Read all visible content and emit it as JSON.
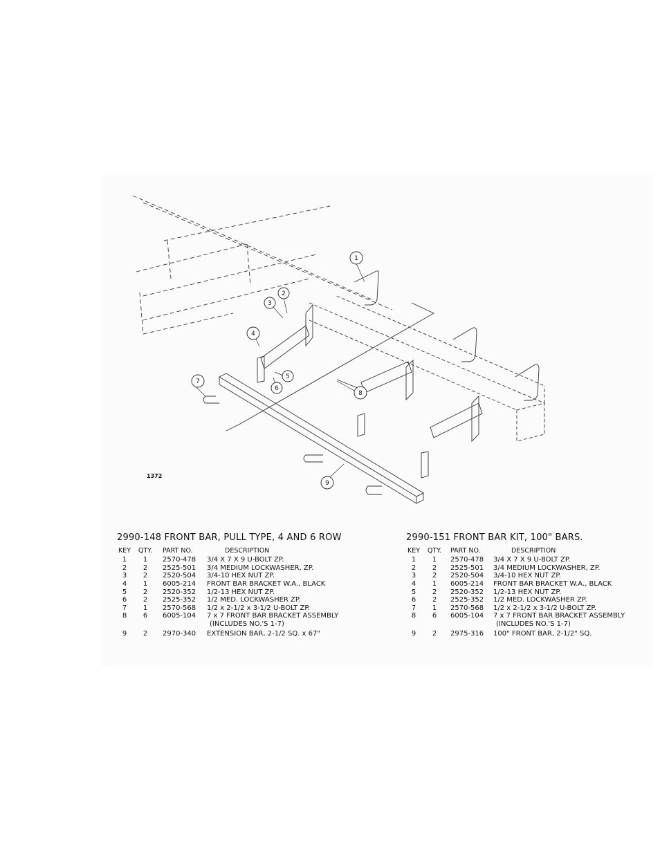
{
  "figure": {
    "id": "1372",
    "callouts": [
      "1",
      "2",
      "3",
      "4",
      "5",
      "6",
      "7",
      "8",
      "9"
    ]
  },
  "tables": [
    {
      "title": "2990-148 FRONT BAR, PULL TYPE, 4 AND 6 ROW",
      "headers": {
        "key": "KEY",
        "qty": "QTY.",
        "part": "PART NO.",
        "desc": "DESCRIPTION"
      },
      "rows": [
        {
          "key": "1",
          "qty": "1",
          "part": "2570-478",
          "desc": "3/4 X 7 X 9 U-BOLT ZP."
        },
        {
          "key": "2",
          "qty": "2",
          "part": "2525-501",
          "desc": "3/4 MEDIUM LOCKWASHER, ZP."
        },
        {
          "key": "3",
          "qty": "2",
          "part": "2520-504",
          "desc": "3/4-10 HEX NUT ZP."
        },
        {
          "key": "4",
          "qty": "1",
          "part": "6005-214",
          "desc": "FRONT BAR BRACKET W.A., BLACK"
        },
        {
          "key": "5",
          "qty": "2",
          "part": "2520-352",
          "desc": "1/2-13 HEX NUT ZP."
        },
        {
          "key": "6",
          "qty": "2",
          "part": "2525-352",
          "desc": "1/2 MED. LOCKWASHER ZP."
        },
        {
          "key": "7",
          "qty": "1",
          "part": "2570-568",
          "desc": "1/2 x 2-1/2 x 3-1/2 U-BOLT ZP."
        },
        {
          "key": "8",
          "qty": "6",
          "part": "6005-104",
          "desc": "7 x 7 FRONT BAR BRACKET ASSEMBLY",
          "desc2": "(INCLUDES NO.'S 1-7)"
        },
        {
          "key": "9",
          "qty": "2",
          "part": "2970-340",
          "desc": "EXTENSION BAR, 2-1/2 SQ. x 67\""
        }
      ]
    },
    {
      "title": "2990-151 FRONT BAR KIT, 100\" BARS.",
      "headers": {
        "key": "KEY",
        "qty": "QTY.",
        "part": "PART NO.",
        "desc": "DESCRIPTION"
      },
      "rows": [
        {
          "key": "1",
          "qty": "1",
          "part": "2570-478",
          "desc": "3/4 X 7 X 9 U-BOLT ZP."
        },
        {
          "key": "2",
          "qty": "2",
          "part": "2525-501",
          "desc": "3/4 MEDIUM LOCKWASHER, ZP."
        },
        {
          "key": "3",
          "qty": "2",
          "part": "2520-504",
          "desc": "3/4-10 HEX NUT ZP."
        },
        {
          "key": "4",
          "qty": "1",
          "part": "6005-214",
          "desc": "FRONT BAR BRACKET W.A., BLACK"
        },
        {
          "key": "5",
          "qty": "2",
          "part": "2520-352",
          "desc": "1/2-13 HEX NUT ZP."
        },
        {
          "key": "6",
          "qty": "2",
          "part": "2525-352",
          "desc": "1/2 MED. LOCKWASHER ZP."
        },
        {
          "key": "7",
          "qty": "1",
          "part": "2570-568",
          "desc": "1/2 x 2-1/2 x 3-1/2 U-BOLT ZP."
        },
        {
          "key": "8",
          "qty": "6",
          "part": "6005-104",
          "desc": "7 x 7 FRONT BAR BRACKET ASSEMBLY",
          "desc2": "(INCLUDES NO.'S 1-7)"
        },
        {
          "key": "9",
          "qty": "2",
          "part": "2975-316",
          "desc": "100\" FRONT BAR, 2-1/2\" SQ."
        }
      ]
    }
  ]
}
